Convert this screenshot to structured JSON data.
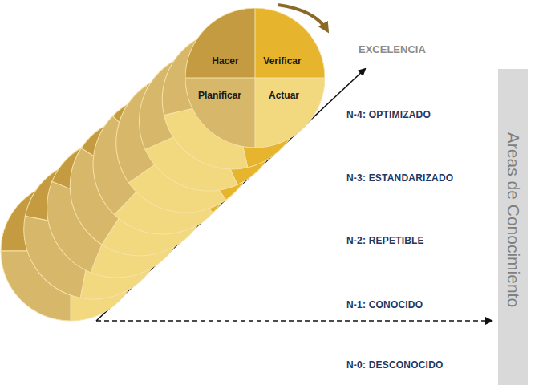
{
  "diagram": {
    "nodes": [
      {
        "text": [
          "Hacer"
        ]
      },
      {
        "text": [
          "Verificar"
        ]
      },
      {
        "text": [
          "Planificar"
        ]
      },
      {
        "text": [
          "Actuar"
        ]
      },
      {
        "text": [
          "N-4: OPTIMIZADO"
        ]
      },
      {
        "text": [
          "N-3: ESTANDARIZADO"
        ]
      },
      {
        "text": [
          "N-2: REPETIBLE"
        ]
      },
      {
        "text": [
          "N-1: CONOCIDO"
        ]
      },
      {
        "text": [
          "N-0: DESCONOCIDO"
        ]
      },
      {
        "text": [
          "Areas de Conocimiento"
        ]
      }
    ],
    "labels": [
      "EXCELENCIA"
    ]
  }
}
